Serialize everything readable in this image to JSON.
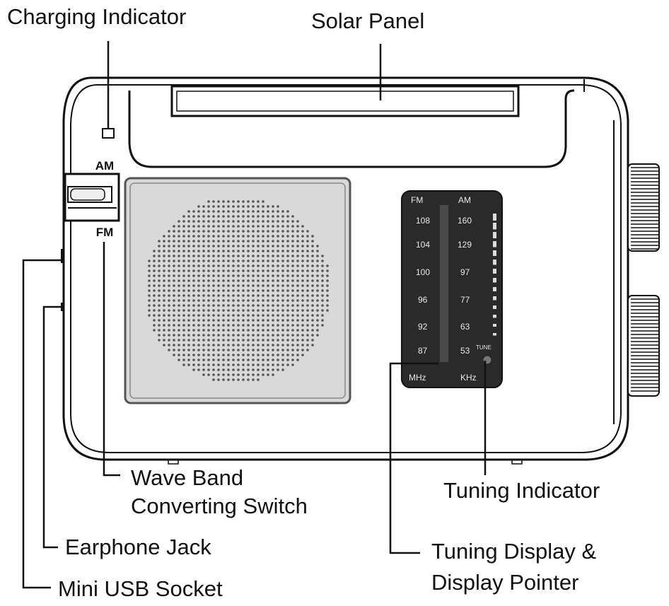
{
  "callouts": {
    "charging_indicator": "Charging Indicator",
    "solar_panel": "Solar Panel",
    "wave_band_line1": "Wave Band",
    "wave_band_line2": "Converting Switch",
    "earphone_jack": "Earphone Jack",
    "mini_usb": "Mini USB Socket",
    "tuning_indicator": "Tuning Indicator",
    "tuning_display_line1": "Tuning Display &",
    "tuning_display_line2": "Display Pointer"
  },
  "switch": {
    "top_label": "AM",
    "bottom_label": "FM"
  },
  "dial": {
    "fm_header": "FM",
    "am_header": "AM",
    "fm_scale": [
      "108",
      "104",
      "100",
      "96",
      "92",
      "87"
    ],
    "am_scale": [
      "160",
      "129",
      "97",
      "77",
      "63",
      "53"
    ],
    "tune_label": "TUNE",
    "fm_unit": "MHz",
    "am_unit": "KHz"
  },
  "colors": {
    "dial_bg": "#2a2a2a",
    "outline": "#111111",
    "speaker_grey": "#d9d9d9"
  }
}
